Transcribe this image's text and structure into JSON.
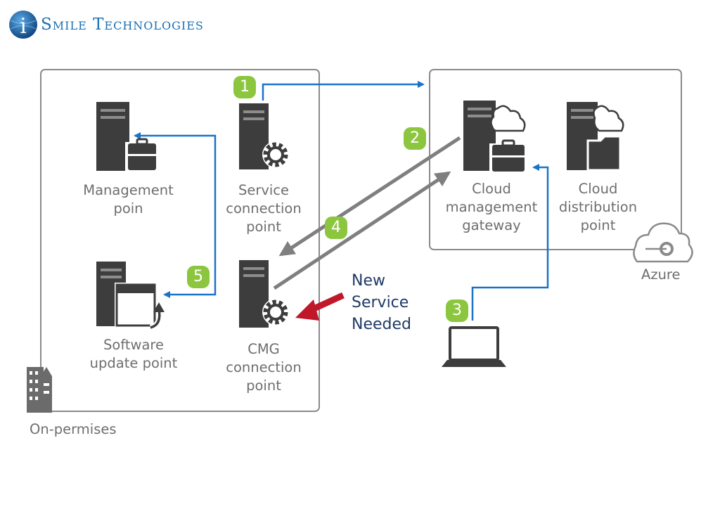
{
  "brand": {
    "logo_letter": "i",
    "name_first": "Smile",
    "name_second": "Technologies"
  },
  "regions": {
    "on_premises_label": "On-permises",
    "azure_label": "Azure"
  },
  "nodes": {
    "management_point": "Management\npoin",
    "service_connection_point": "Service\nconnection\npoint",
    "software_update_point": "Software\nupdate point",
    "cmg_connection_point": "CMG\nconnection\npoint",
    "cloud_management_gateway": "Cloud\nmanagement\ngateway",
    "cloud_distribution_point": "Cloud\ndistribution\npoint"
  },
  "steps": [
    "1",
    "2",
    "3",
    "4",
    "5"
  ],
  "callout": "New\nService\nNeeded",
  "colors": {
    "box_border": "#8a8a8a",
    "server": "#3d3d3d",
    "blue_arrow": "#1a73c8",
    "gray_arrow": "#7f7f7f",
    "red_arrow": "#c0172b",
    "badge": "#8cc63f",
    "label_text": "#6e6e6e",
    "brand": "#1b6fb3"
  }
}
